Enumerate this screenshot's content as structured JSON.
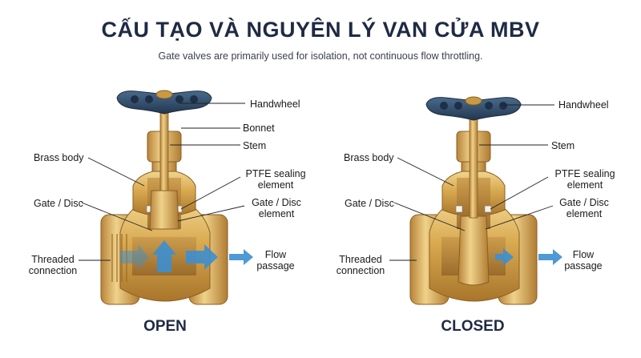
{
  "title": "CẤU TẠO VÀ NGUYÊN LÝ VAN CỬA MBV",
  "subtitle": "Gate valves are primarily used for isolation, not continuous flow throttling.",
  "colors": {
    "title": "#1f2a44",
    "brass_light": "#e9c77c",
    "brass_mid": "#d2a24c",
    "brass_dark": "#a8752b",
    "handwheel": "#2f4a68",
    "arrow": "#3d8fd1"
  },
  "open_valve": {
    "state_label": "OPEN",
    "labels": {
      "handwheel": "Handwheel",
      "bonnet": "Bonnet",
      "stem": "Stem",
      "brass_body": "Brass body",
      "ptfe_line1": "PTFE sealing",
      "ptfe_line2": "element",
      "gate_disc_left": "Gate / Disc",
      "gate_disc_right_line1": "Gate / Disc",
      "gate_disc_right_line2": "element",
      "threaded_line1": "Threaded",
      "threaded_line2": "connection",
      "flow_line1": "Flow",
      "flow_line2": "passage"
    }
  },
  "closed_valve": {
    "state_label": "CLOSED",
    "labels": {
      "handwheel": "Handwheel",
      "stem": "Stem",
      "brass_body": "Brass body",
      "ptfe_line1": "PTFE sealing",
      "ptfe_line2": "element",
      "gate_disc_left": "Gate / Disc",
      "gate_disc_right_line1": "Gate / Disc",
      "gate_disc_right_line2": "element",
      "threaded_line1": "Threaded",
      "threaded_line2": "connection",
      "flow_line1": "Flow",
      "flow_line2": "passage"
    }
  }
}
